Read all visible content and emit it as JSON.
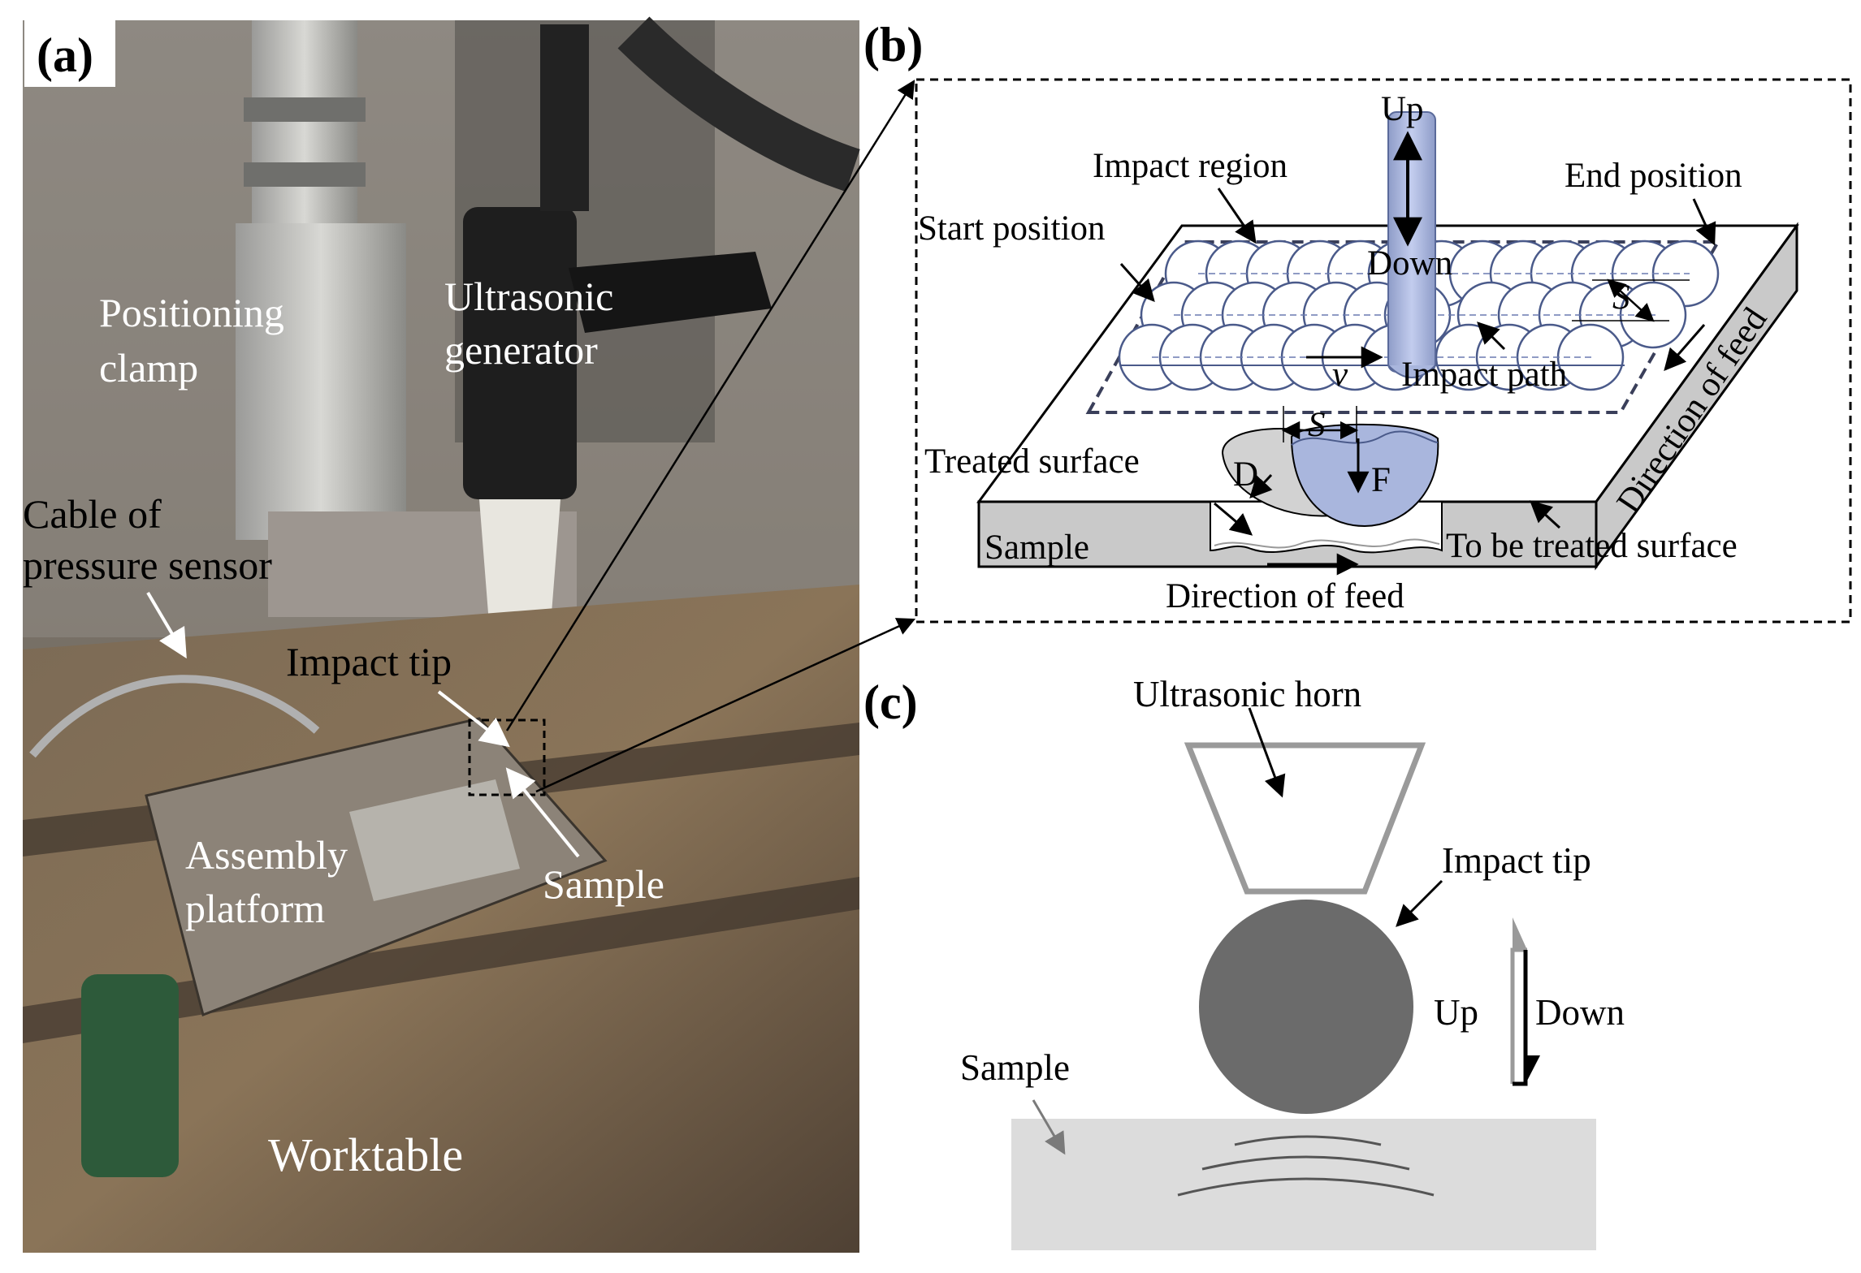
{
  "panels": {
    "a": {
      "letter": "(a)",
      "labels": {
        "positioning_clamp_line1": "Positioning",
        "positioning_clamp_line2": "clamp",
        "ultrasonic_generator_line1": "Ultrasonic",
        "ultrasonic_generator_line2": "generator",
        "cable_line1": "Cable of",
        "cable_line2": "pressure sensor",
        "impact_tip": "Impact tip",
        "assembly_platform_line1": "Assembly",
        "assembly_platform_line2": "platform",
        "sample": "Sample",
        "worktable": "Worktable"
      }
    },
    "b": {
      "letter": "(b)",
      "labels": {
        "up": "Up",
        "down": "Down",
        "impact_region": "Impact region",
        "end_position": "End position",
        "start_position": "Start position",
        "s_top": "S",
        "v": "v",
        "impact_path": "Impact path",
        "direction_of_feed_side": "Direction of feed",
        "s_bottom": "S",
        "treated_surface": "Treated surface",
        "d": "D",
        "f": "F",
        "sample": "Sample",
        "to_be_treated_surface": "To be treated surface",
        "direction_of_feed_bottom": "Direction of feed"
      }
    },
    "c": {
      "letter": "(c)",
      "labels": {
        "ultrasonic_horn": "Ultrasonic horn",
        "impact_tip": "Impact tip",
        "up": "Up",
        "down": "Down",
        "sample": "Sample"
      }
    }
  },
  "colors": {
    "photo_bg": "#7d7468",
    "slab_grey": "#c9c9c9",
    "tip_blue": "#a9b6dd",
    "tip_dark_grey": "#6b6b6b",
    "horn_grey": "#9a9a9a",
    "sample_light_grey": "#dcdcdc"
  }
}
